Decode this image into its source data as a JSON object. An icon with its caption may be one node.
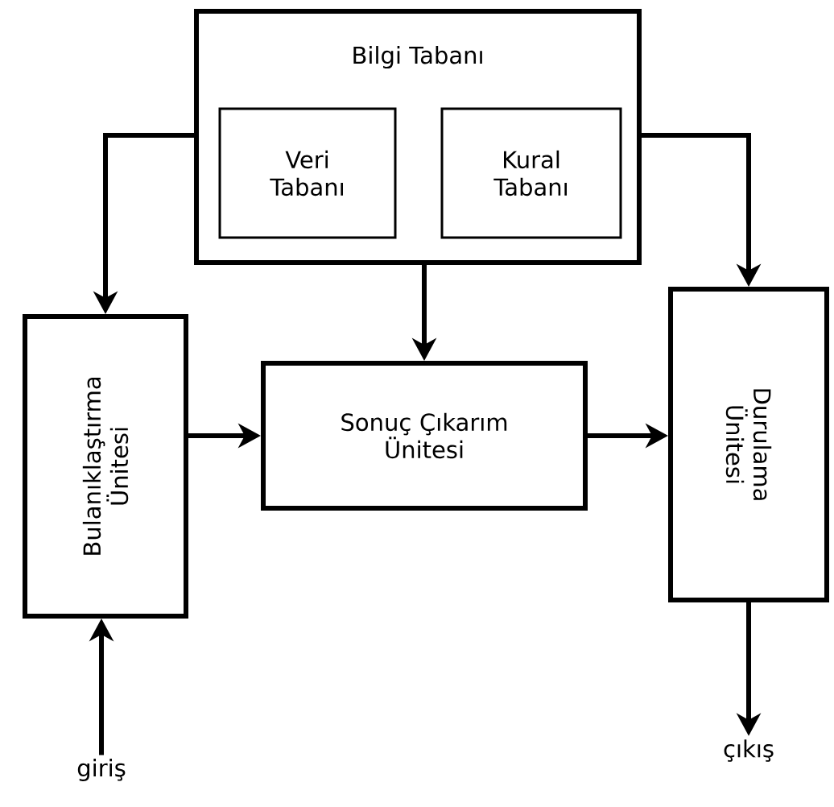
{
  "diagram": {
    "nodes": [
      {
        "text": [
          "Bilgi Tabanı"
        ]
      },
      {
        "text": [
          "Veri Tabanı"
        ],
        "in": 0
      },
      {
        "text": [
          "Kural Tabanı"
        ],
        "in": 0
      },
      {
        "text": [
          "Bulanıklaştırma Ünitesi"
        ]
      },
      {
        "text": [
          "Sonuç Çıkarım Ünitesi"
        ]
      },
      {
        "text": [
          "Durulama Ünitesi"
        ]
      },
      {
        "text": [
          "giriş"
        ]
      },
      {
        "text": [
          "çıkış"
        ]
      }
    ],
    "edges": [
      {
        "from": 0,
        "to": 3,
        "arrow": "to"
      },
      {
        "from": 0,
        "to": 4,
        "arrow": "to"
      },
      {
        "from": 0,
        "to": 5,
        "arrow": "to"
      },
      {
        "from": 3,
        "to": 4,
        "arrow": "to"
      },
      {
        "from": 4,
        "to": 5,
        "arrow": "to"
      },
      {
        "from": 6,
        "to": 3,
        "arrow": "to"
      },
      {
        "from": 5,
        "to": 7,
        "arrow": "to"
      }
    ]
  }
}
